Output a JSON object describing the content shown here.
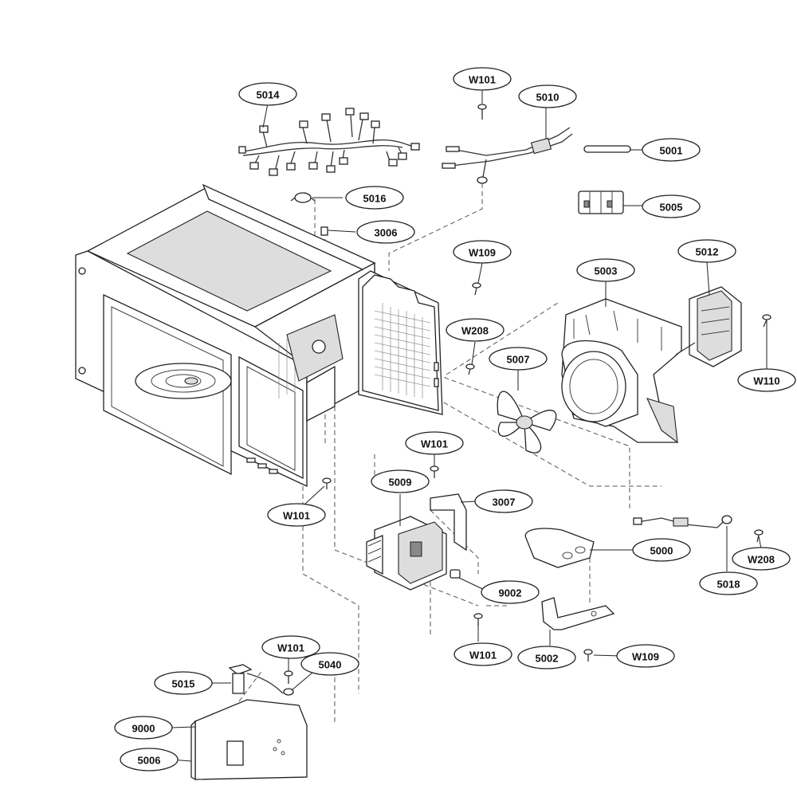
{
  "callouts": [
    {
      "id": "c5014",
      "label": "5014"
    },
    {
      "id": "cW101a",
      "label": "W101"
    },
    {
      "id": "c5010",
      "label": "5010"
    },
    {
      "id": "c5001",
      "label": "5001"
    },
    {
      "id": "c5016",
      "label": "5016"
    },
    {
      "id": "c5005",
      "label": "5005"
    },
    {
      "id": "c3006",
      "label": "3006"
    },
    {
      "id": "cW109a",
      "label": "W109"
    },
    {
      "id": "c5003",
      "label": "5003"
    },
    {
      "id": "c5012",
      "label": "5012"
    },
    {
      "id": "cW208a",
      "label": "W208"
    },
    {
      "id": "c5007",
      "label": "5007"
    },
    {
      "id": "cW110",
      "label": "W110"
    },
    {
      "id": "cW101b",
      "label": "W101"
    },
    {
      "id": "c5009",
      "label": "5009"
    },
    {
      "id": "c3007",
      "label": "3007"
    },
    {
      "id": "cW101c",
      "label": "W101"
    },
    {
      "id": "c5000",
      "label": "5000"
    },
    {
      "id": "cW208b",
      "label": "W208"
    },
    {
      "id": "c5018",
      "label": "5018"
    },
    {
      "id": "c9002",
      "label": "9002"
    },
    {
      "id": "cW101d",
      "label": "W101"
    },
    {
      "id": "c5002",
      "label": "5002"
    },
    {
      "id": "cW109b",
      "label": "W109"
    },
    {
      "id": "cW101e",
      "label": "W101"
    },
    {
      "id": "c5040",
      "label": "5040"
    },
    {
      "id": "c5015",
      "label": "5015"
    },
    {
      "id": "c9000",
      "label": "9000"
    },
    {
      "id": "c5006",
      "label": "5006"
    }
  ]
}
